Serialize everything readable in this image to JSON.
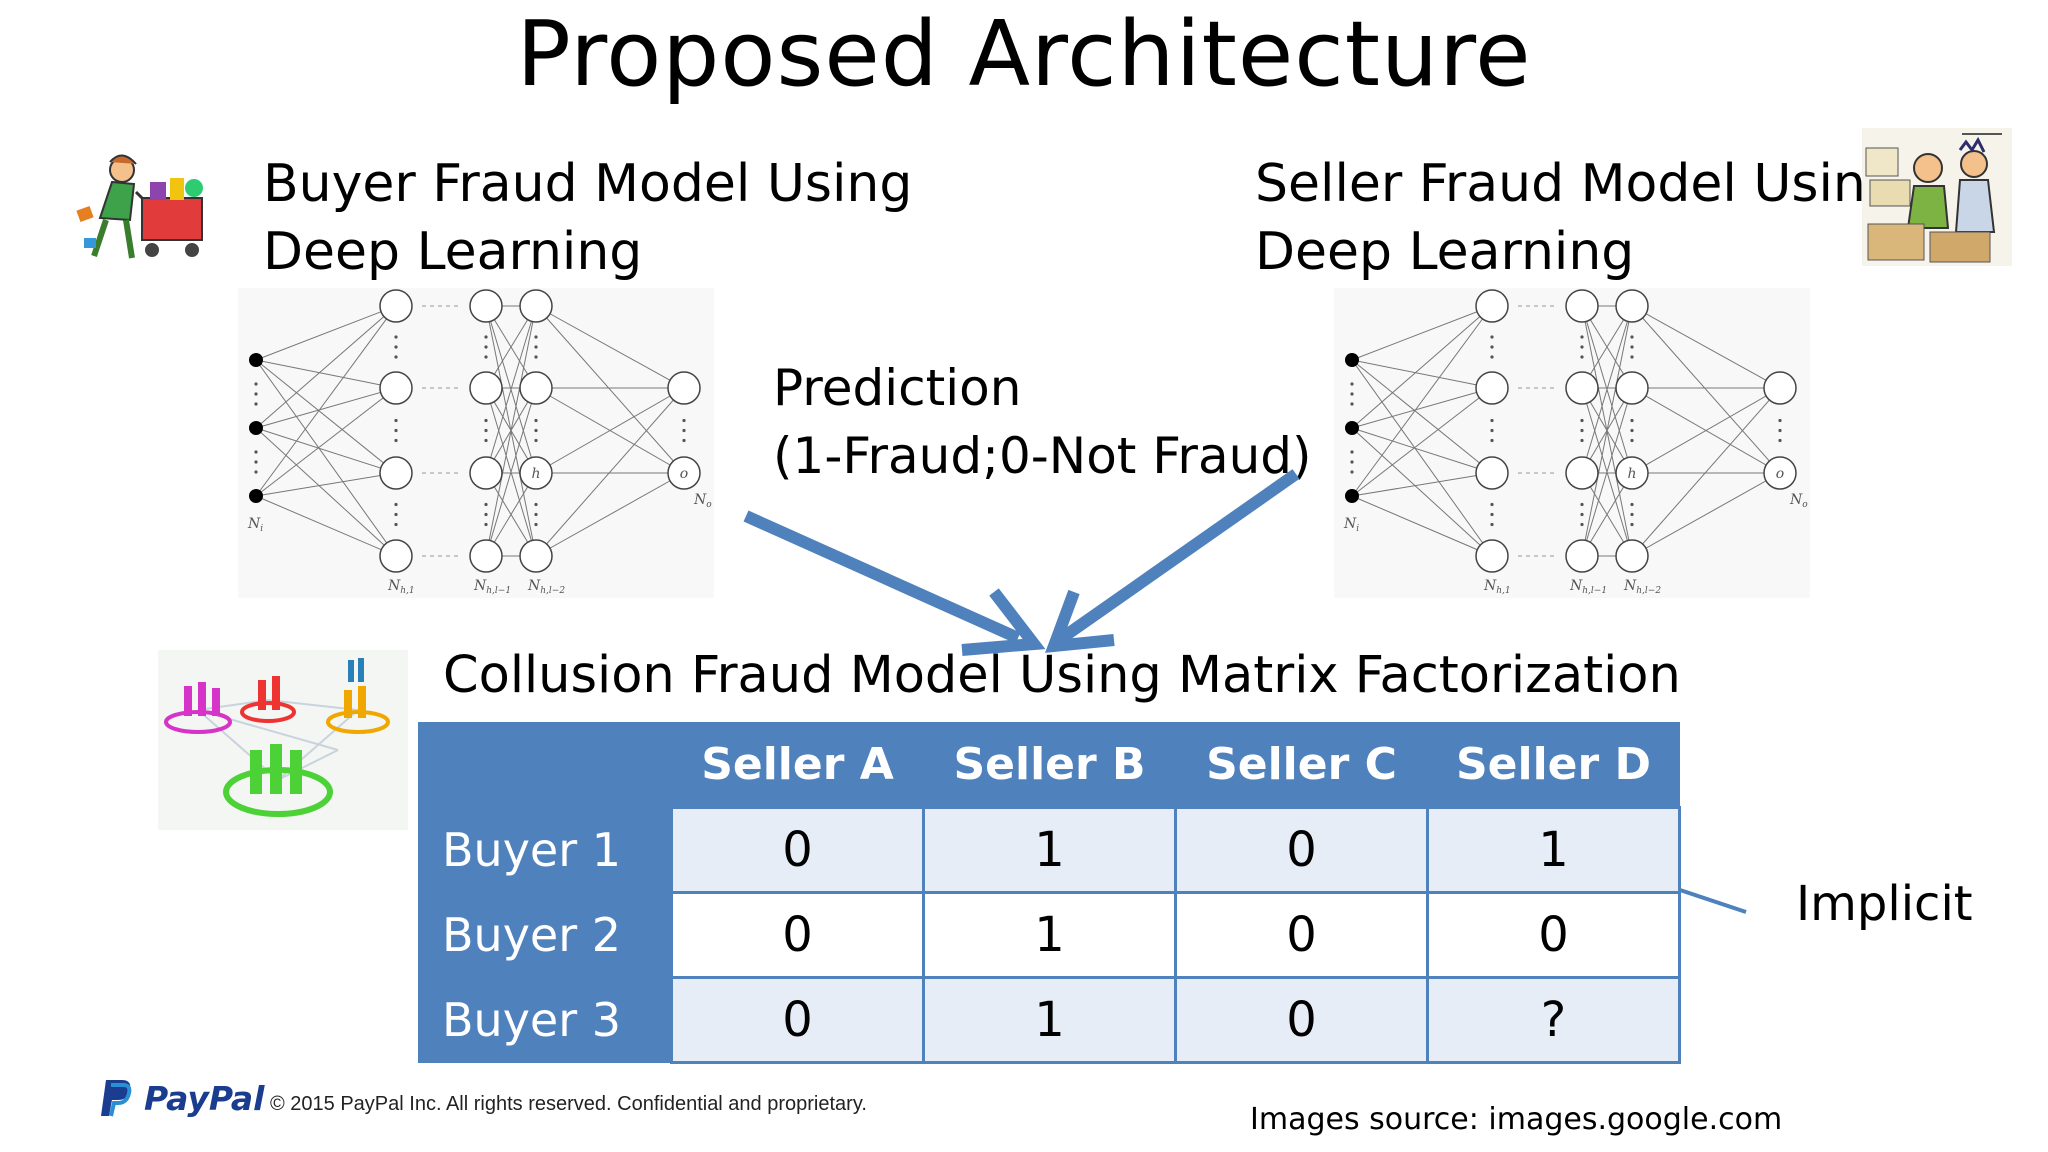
{
  "slide": {
    "title": "Proposed Architecture",
    "buyer_header": [
      "Buyer Fraud Model Using",
      "Deep Learning"
    ],
    "seller_header": [
      "Seller Fraud Model Using",
      "Deep Learning"
    ],
    "prediction": [
      "Prediction",
      "(1-Fraud;0-Not Fraud)"
    ],
    "collusion_title": "Collusion Fraud Model Using Matrix Factorization",
    "implicit_label": "Implicit",
    "images_source": "Images source:  images.google.com",
    "copyright": "© 2015 PayPal Inc. All rights reserved. Confidential and proprietary.",
    "logo_text": "PayPal",
    "nn_labels": {
      "input": "N",
      "input_sub": "i",
      "h1": "N",
      "h1_sub": "h,1",
      "hl1": "N",
      "hl1_sub": "h,l−1",
      "hl2": "N",
      "hl2_sub": "h,l−2",
      "h": "h",
      "o": "o",
      "out": "N",
      "out_sub": "o"
    }
  },
  "matrix": {
    "columns": [
      "Seller A",
      "Seller B",
      "Seller C",
      "Seller D"
    ],
    "rows": [
      {
        "label": "Buyer  1",
        "values": [
          "0",
          "1",
          "0",
          "1"
        ]
      },
      {
        "label": "Buyer  2",
        "values": [
          "0",
          "1",
          "0",
          "0"
        ]
      },
      {
        "label": "Buyer 3",
        "values": [
          "0",
          "1",
          "0",
          "?"
        ]
      }
    ]
  },
  "colors": {
    "accent": "#4f81bd",
    "table_band": "#e7edf6",
    "paypal": "#1a3d8f"
  },
  "icons": [
    "shopping-cart-clipart-icon",
    "seller-clipart-icon",
    "people-network-icon",
    "paypal-logo-icon"
  ]
}
